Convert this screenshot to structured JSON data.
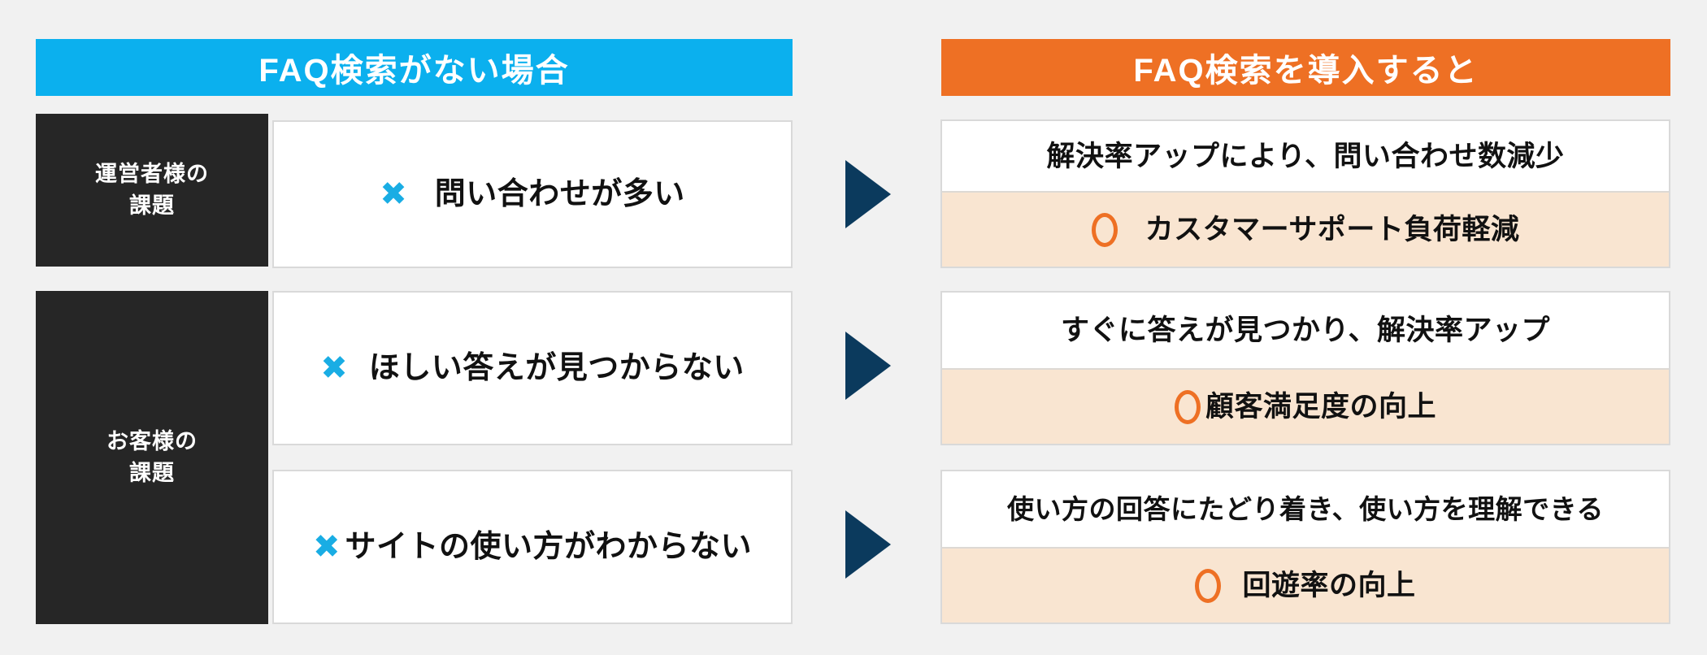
{
  "columns": {
    "left": {
      "header": "FAQ検索がない場合",
      "header_color": "#0bb0ee"
    },
    "right": {
      "header": "FAQ検索を導入すると",
      "header_color": "#ee7024"
    }
  },
  "categories": [
    {
      "label": "運営者様の\n課題",
      "line1": "運営者様の",
      "line2": "課題"
    },
    {
      "label": "お客様の\n課題",
      "line1": "お客様の",
      "line2": "課題"
    }
  ],
  "problems": [
    {
      "icon": "cross-icon",
      "glyph": "✖",
      "text": "問い合わせが多い"
    },
    {
      "icon": "cross-icon",
      "glyph": "✖",
      "text": "ほしい答えが見つからない"
    },
    {
      "icon": "cross-icon",
      "glyph": "✖",
      "text": "サイトの使い方がわからない"
    }
  ],
  "benefits": [
    {
      "headline": "解決率アップにより、問い合わせ数減少",
      "icon": "circle-icon",
      "label": "カスタマーサポート負荷軽減"
    },
    {
      "headline": "すぐに答えが見つかり、解決率アップ",
      "icon": "circle-icon",
      "label": "顧客満足度の向上"
    },
    {
      "headline": "使い方の回答にたどり着き、使い方を理解できる",
      "icon": "circle-icon",
      "label": "回遊率の向上"
    }
  ],
  "arrows": [
    {
      "name": "arrow-row-1"
    },
    {
      "name": "arrow-row-2"
    },
    {
      "name": "arrow-row-3"
    }
  ],
  "colors": {
    "background": "#f1f1f1",
    "left_accent": "#0bb0ee",
    "right_accent": "#ee7024",
    "cross": "#19ade4",
    "circle": "#ee7024",
    "arrow": "#0b3a5d",
    "category_bg": "#262626",
    "benefit_bottom_bg": "#f9e5d1",
    "card_border": "#d9d9d9"
  }
}
